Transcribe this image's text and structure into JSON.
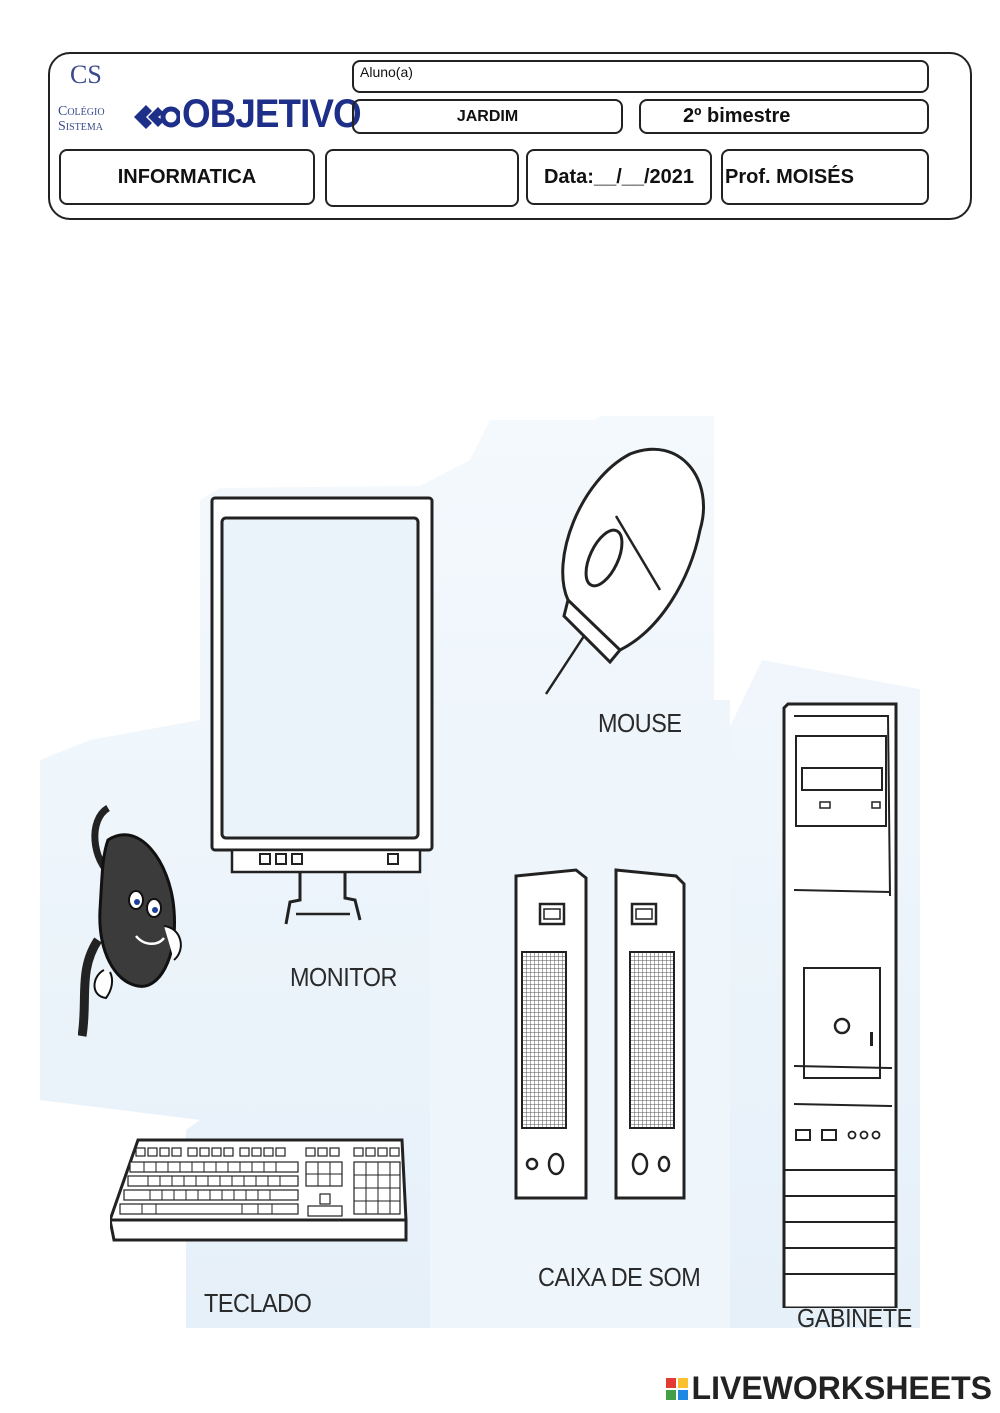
{
  "header": {
    "logo": {
      "cs": "CS",
      "colegio": "Colégio",
      "sistema": "Sistema",
      "brand": "OBJETIVO"
    },
    "aluno_label": "Aluno(a)",
    "turma": "JARDIM",
    "bimestre": "2º bimestre",
    "subject": "INFORMATICA",
    "blank_field": "",
    "date": "Data:__/__/2021",
    "professor": "Prof. MOISÉS"
  },
  "illustration": {
    "labels": {
      "monitor": "MONITOR",
      "mouse": "MOUSE",
      "keyboard": "TECLADO",
      "speakers": "CAIXA DE SOM",
      "cabinet": "GABINETE"
    }
  },
  "footer": {
    "brand": "LIVEWORKSHEETS",
    "brand_colors": [
      "#e53935",
      "#fbc02d",
      "#43a047",
      "#1e88e5"
    ]
  }
}
